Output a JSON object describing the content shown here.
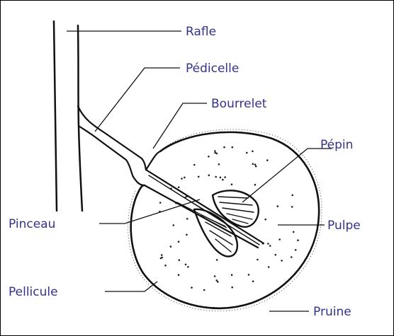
{
  "diagram": {
    "colors": {
      "label": "#33338a",
      "ink": "#111111",
      "background": "#ffffff"
    },
    "labels": {
      "rafle": "Rafle",
      "pedicelle": "Pédicelle",
      "bourrelet": "Bourrelet",
      "pepin": "Pépin",
      "pulpe": "Pulpe",
      "pinceau": "Pinceau",
      "pellicule": "Pellicule",
      "pruine": "Pruine"
    }
  }
}
